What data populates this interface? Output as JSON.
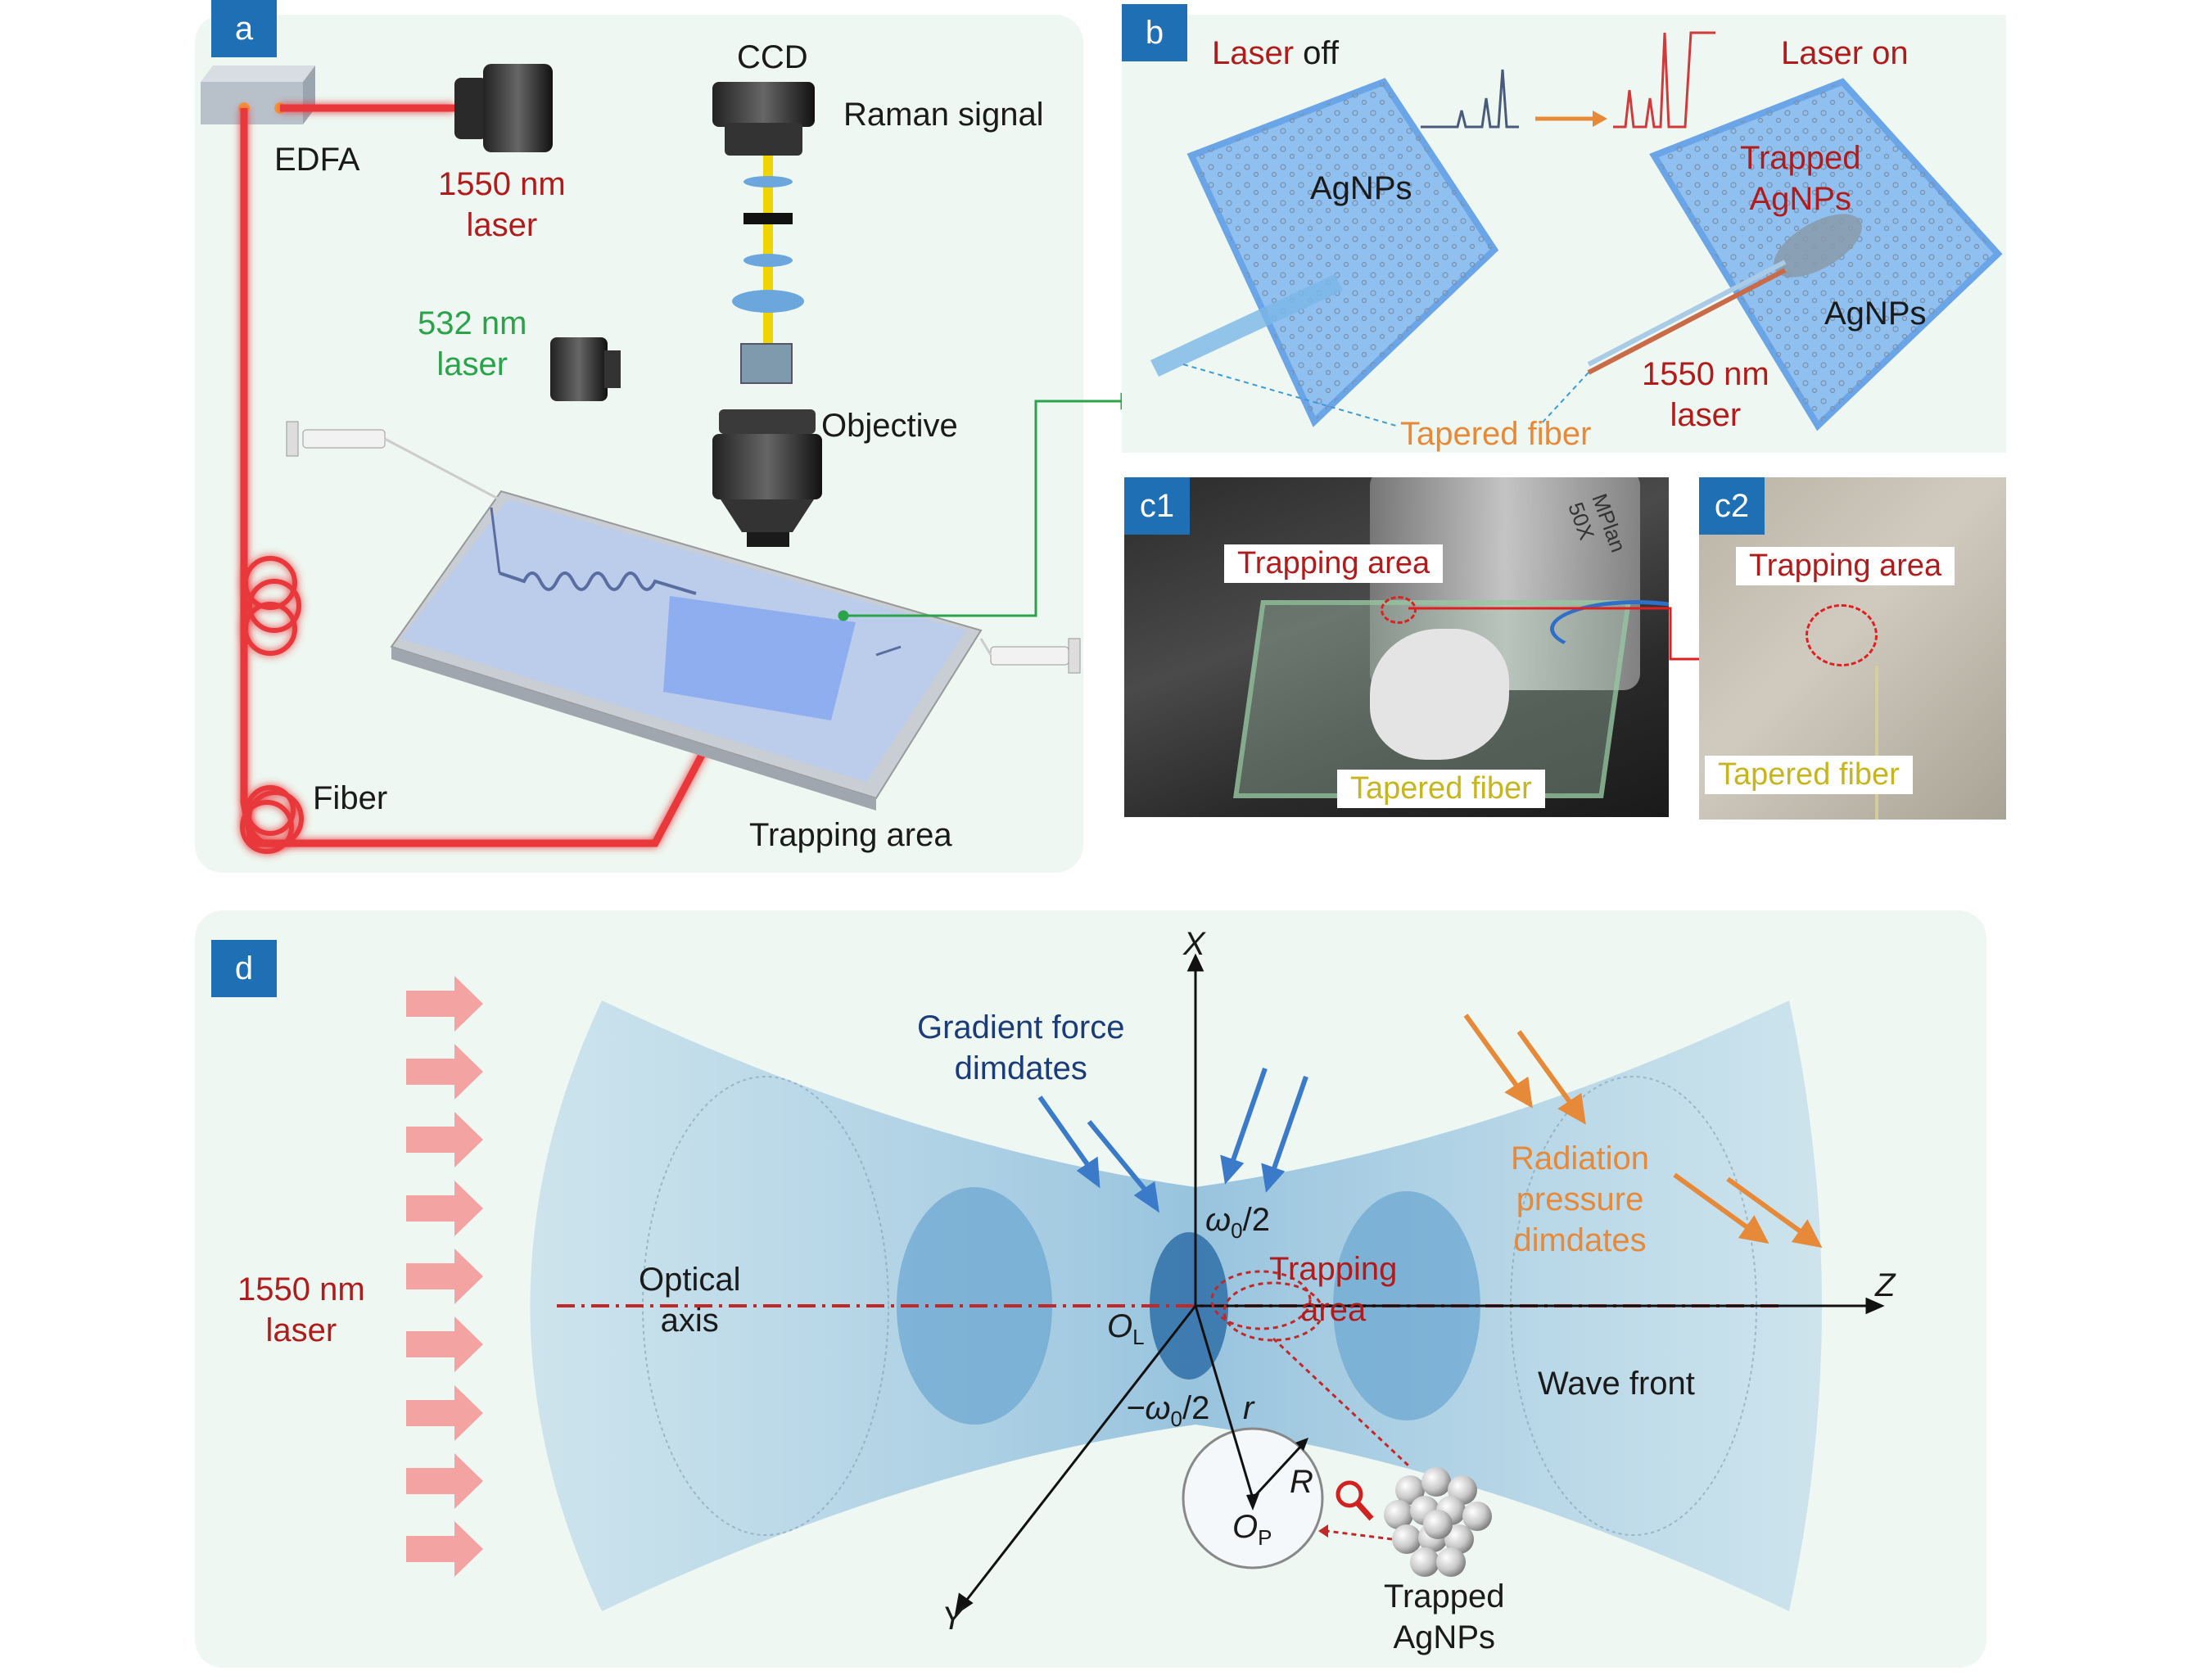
{
  "panel_a": {
    "tag": "a",
    "edfa": "EDFA",
    "laser_1550": [
      "1550 nm",
      "laser"
    ],
    "ccd": "CCD",
    "raman_signal": "Raman signal",
    "laser_532": [
      "532 nm",
      "laser"
    ],
    "objective": "Objective",
    "fiber": "Fiber",
    "trapping_area": "Trapping area"
  },
  "panel_b": {
    "tag": "b",
    "laser_off": [
      "Laser",
      " off"
    ],
    "laser_on": [
      "Laser on"
    ],
    "agnps_left": "AgNPs",
    "trapped_agnps": [
      "Trapped",
      "AgNPs"
    ],
    "agnps_right": "AgNPs",
    "laser_1550": [
      "1550 nm",
      "laser"
    ],
    "tapered_fiber": "Tapered fiber"
  },
  "panel_c1": {
    "tag": "c1",
    "trapping_area": "Trapping area",
    "tapered_fiber": "Tapered fiber",
    "objective_text": [
      "MPlan",
      "50X"
    ]
  },
  "panel_c2": {
    "tag": "c2",
    "trapping_area": "Trapping area",
    "tapered_fiber": "Tapered fiber"
  },
  "panel_d": {
    "tag": "d",
    "axis_x": "X",
    "axis_y": "Y",
    "axis_z": "Z",
    "laser_1550": [
      "1550 nm",
      "laser"
    ],
    "optical_axis": [
      "Optical",
      "axis"
    ],
    "gradient_force": [
      "Gradient force",
      "dimdates"
    ],
    "radiation_pressure": [
      "Radiation",
      "pressure",
      "dimdates"
    ],
    "trapping_area": [
      "Trapping",
      "area"
    ],
    "wave_front": "Wave front",
    "omega_top": [
      "ω",
      "0",
      "/2"
    ],
    "omega_bottom": [
      "−ω",
      "0",
      "/2"
    ],
    "origin_L": [
      "O",
      "L"
    ],
    "origin_P": [
      "O",
      "P"
    ],
    "r_label": "r",
    "R_label": "R",
    "trapped_agnps": [
      "Trapped",
      "AgNPs"
    ]
  },
  "colors": {
    "panel_bg": "#eef7f1",
    "tag_blue": "#1f6fb5",
    "laser_red": "#e8393b",
    "laser_green": "#3ad13a",
    "raman_yellow": "#f0d400",
    "beam_blue": "#a9cfe6",
    "dark_red_text": "#b01c1c",
    "orange": "#e68a3a",
    "navy": "#1c3c78",
    "gradient_arrow": "#3a7ac8",
    "pink_arrow": "#f4a3a3"
  }
}
